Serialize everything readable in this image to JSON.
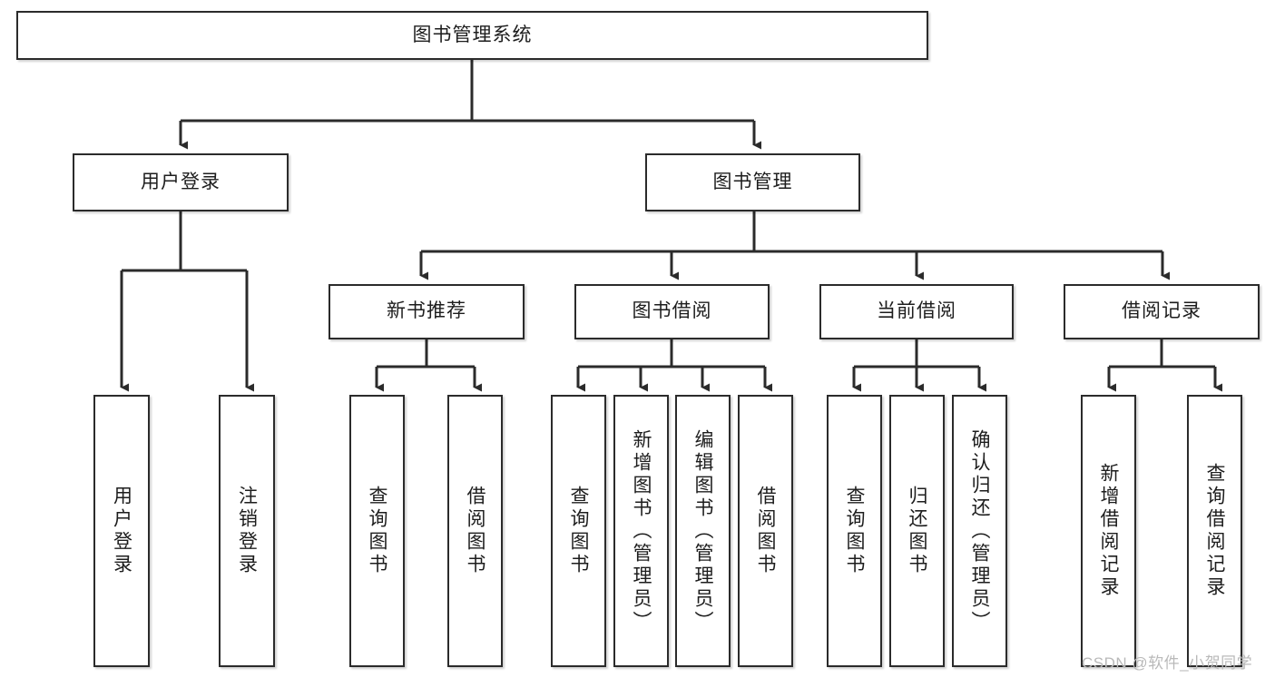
{
  "diagram": {
    "title": "图书管理系统",
    "type": "tree",
    "root": {
      "id": "root",
      "label": "图书管理系统"
    },
    "level2": [
      {
        "id": "user-login",
        "label": "用户登录"
      },
      {
        "id": "book-manage",
        "label": "图书管理"
      }
    ],
    "level3": [
      {
        "id": "new-book-recommend",
        "label": "新书推荐"
      },
      {
        "id": "book-borrow",
        "label": "图书借阅"
      },
      {
        "id": "current-borrow",
        "label": "当前借阅"
      },
      {
        "id": "borrow-record",
        "label": "借阅记录"
      }
    ],
    "leaves": [
      {
        "id": "leaf-user-login",
        "label": "用户登录",
        "parent": "user-login"
      },
      {
        "id": "leaf-logout-login",
        "label": "注销登录",
        "parent": "user-login"
      },
      {
        "id": "leaf-query-book-1",
        "label": "查询图书",
        "parent": "new-book-recommend"
      },
      {
        "id": "leaf-borrow-book-1",
        "label": "借阅图书",
        "parent": "new-book-recommend"
      },
      {
        "id": "leaf-query-book-2",
        "label": "查询图书",
        "parent": "book-borrow"
      },
      {
        "id": "leaf-add-book",
        "label": "新增图书（管理员）",
        "parent": "book-borrow"
      },
      {
        "id": "leaf-edit-book",
        "label": "编辑图书（管理员）",
        "parent": "book-borrow"
      },
      {
        "id": "leaf-borrow-book-2",
        "label": "借阅图书",
        "parent": "book-borrow"
      },
      {
        "id": "leaf-query-book-3",
        "label": "查询图书",
        "parent": "current-borrow"
      },
      {
        "id": "leaf-return-book",
        "label": "归还图书",
        "parent": "current-borrow"
      },
      {
        "id": "leaf-confirm-return",
        "label": "确认归还（管理员）",
        "parent": "current-borrow"
      },
      {
        "id": "leaf-add-record",
        "label": "新增借阅记录",
        "parent": "borrow-record"
      },
      {
        "id": "leaf-query-record",
        "label": "查询借阅记录",
        "parent": "borrow-record"
      }
    ],
    "watermark": "CSDN @软件_小贺同学",
    "colors": {
      "stroke": "#2b2b2b",
      "fill": "#ffffff",
      "text": "#1d1d1d",
      "watermark": "#b9b9b9"
    }
  }
}
